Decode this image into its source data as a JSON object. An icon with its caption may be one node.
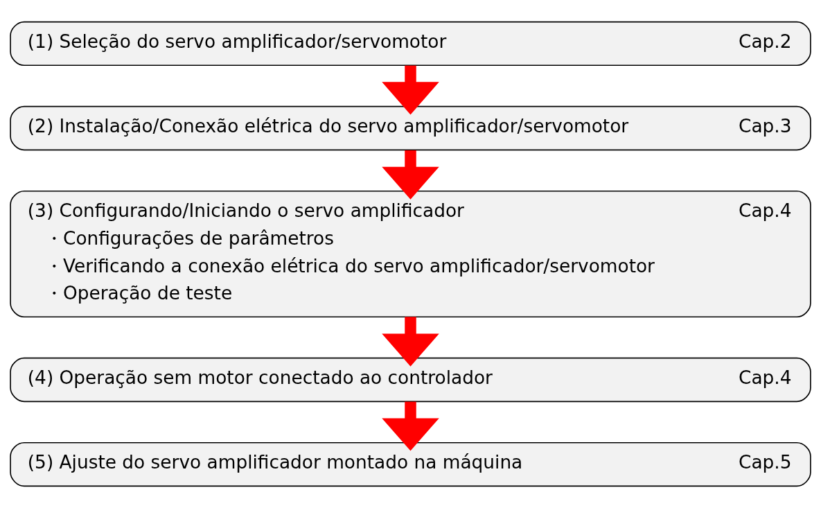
{
  "diagram": {
    "nodes": [
      {
        "text": [
          "(1) Seleção do servo amplificador/servomotor",
          "Cap.2"
        ]
      },
      {
        "text": [
          "(2) Instalação/Conexão elétrica do servo amplificador/servomotor",
          "Cap.3"
        ]
      },
      {
        "text": [
          "(3) Configurando/Iniciando o servo amplificador",
          "Cap.4",
          "・Configurações de parâmetros",
          "・Verificando a conexão elétrica do servo amplificador/servomotor",
          "・Operação de teste"
        ]
      },
      {
        "text": [
          "(4) Operação sem motor conectado ao controlador",
          "Cap.4"
        ]
      },
      {
        "text": [
          "(5) Ajuste do servo amplificador montado na máquina",
          "Cap.5"
        ]
      }
    ],
    "edges": [
      {
        "from": 0,
        "to": 1,
        "arrow": "to"
      },
      {
        "from": 1,
        "to": 2,
        "arrow": "to"
      },
      {
        "from": 2,
        "to": 3,
        "arrow": "to"
      },
      {
        "from": 3,
        "to": 4,
        "arrow": "to"
      }
    ]
  }
}
